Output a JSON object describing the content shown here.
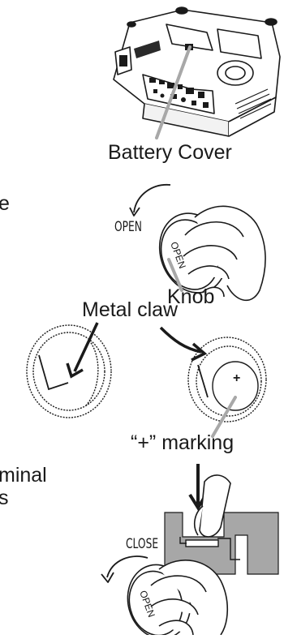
{
  "labels": {
    "battery_cover": "Battery Cover",
    "open": "OPEN",
    "knob": "Knob",
    "metal_claw": "Metal claw",
    "plus_marking": "“+” marking",
    "close": "CLOSE",
    "plus_sign": "+",
    "partial_e": "e",
    "partial_terminal": "minal",
    "partial_s": "s"
  },
  "colors": {
    "ink": "#1a1a1a",
    "leader_gray": "#a8a8a8",
    "fill_gray": "#a7a7a7",
    "background": "#ffffff"
  }
}
